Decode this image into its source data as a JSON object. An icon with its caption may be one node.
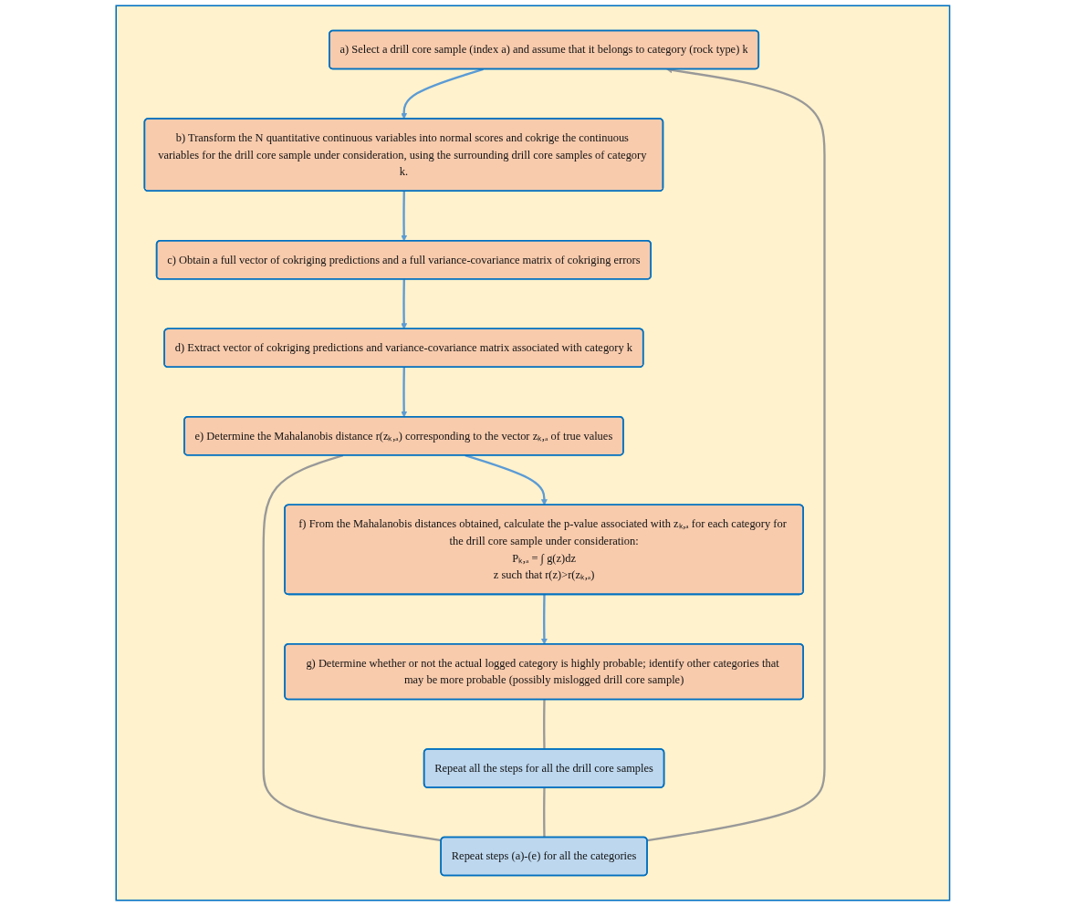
{
  "diagram": {
    "nodes": [
      {
        "text": [],
        "shape": "box"
      },
      {
        "text": [
          "a) Select a drill core sample (index a) and assume that it belongs to category (rock type) k"
        ],
        "in": 0
      },
      {
        "text": [
          "b) Transform the N quantitative continuous variables into normal scores and cokrige the continuous variables for the drill core sample under consideration, using the surrounding drill core samples of category k."
        ],
        "in": 0
      },
      {
        "text": [
          "Repeat steps (a)-(e) for all the categories"
        ],
        "in": 0
      },
      {
        "text": [
          "c) Obtain a full vector of cokriging predictions and a full variance-covariance matrix of cokriging errors"
        ],
        "in": 0
      },
      {
        "text": [
          "d) Extract vector of cokriging predictions and variance-covariance matrix associated with category k"
        ],
        "in": 0
      },
      {
        "text": [
          "e) Determine the Mahalanobis distance r(zₖ,ₐ) corresponding to the vector zₖ,ₐ of true values"
        ],
        "in": 0
      },
      {
        "text": [
          "Repeat all the steps for all the drill core samples"
        ],
        "in": 0
      },
      {
        "text": [
          "f) From the Mahalanobis distances obtained, calculate the p-value associated with zₖ,ₐ for each category for the drill core sample under consideration:",
          "Pₖ,ₐ = ∫ g(z)dz",
          "z such that r(z)>r(zₖ,ₐ)"
        ],
        "in": 0
      },
      {
        "text": [
          "g) Determine whether or not the actual logged category is highly probable; identify other categories that may be more probable (possibly mislogged drill core sample)"
        ],
        "in": 0
      }
    ],
    "edges": [
      {
        "from": 1,
        "to": 2,
        "arrow": "to"
      },
      {
        "from": 2,
        "to": 4,
        "arrow": "to"
      },
      {
        "from": 4,
        "to": 5,
        "arrow": "to"
      },
      {
        "from": 5,
        "to": 6,
        "arrow": "to"
      },
      {
        "from": 6,
        "to": 8,
        "arrow": "to"
      },
      {
        "from": 8,
        "to": 9,
        "arrow": "to"
      },
      {
        "from": 6,
        "to": 3,
        "arrow": "none",
        "color": "#999999"
      },
      {
        "from": 3,
        "to": 1,
        "arrow": "to",
        "color": "#999999"
      },
      {
        "from": 9,
        "to": 7,
        "arrow": "none",
        "color": "#999999"
      },
      {
        "from": 7,
        "to": 3,
        "arrow": "none",
        "color": "#999999"
      }
    ]
  }
}
